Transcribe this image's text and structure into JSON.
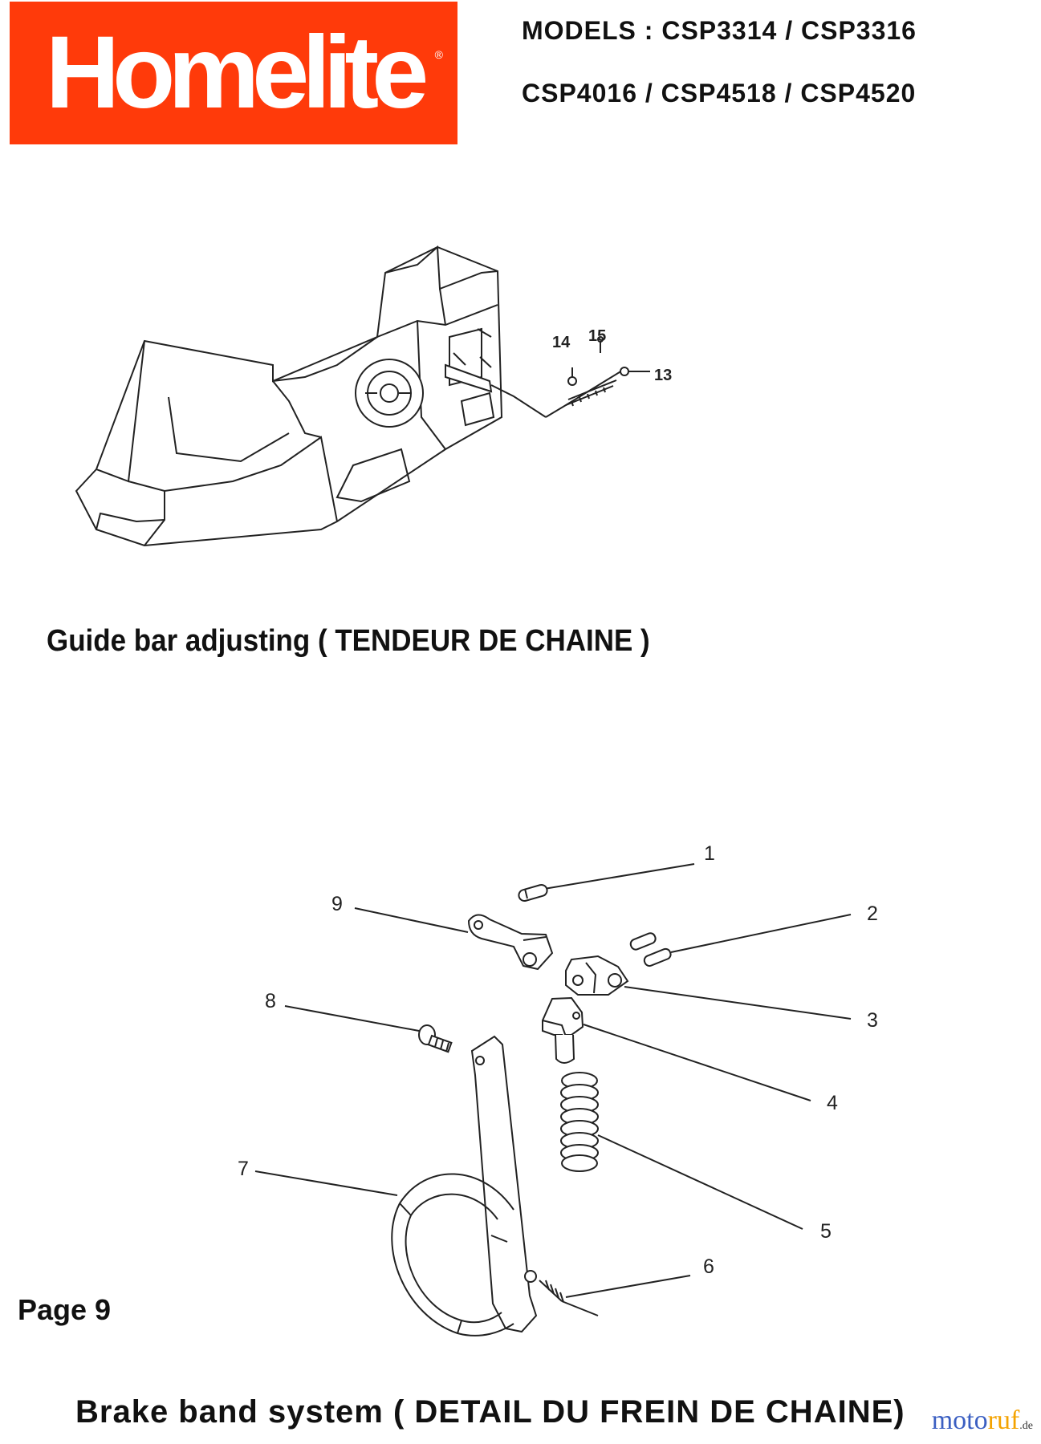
{
  "brand": {
    "name": "Homelite",
    "registered_mark": "®",
    "color": "#ff3a0a"
  },
  "models": {
    "line1": "MODELS : CSP3314 / CSP3316",
    "line2": "CSP4016 / CSP4518 / CSP4520"
  },
  "diagram_top": {
    "caption": "Guide bar adjusting ( TENDEUR DE CHAINE )",
    "callouts": [
      "14",
      "15",
      "13"
    ]
  },
  "diagram_bottom": {
    "caption": "Brake band system ( DETAIL DU FREIN DE CHAINE)",
    "callouts": [
      "1",
      "9",
      "2",
      "3",
      "8",
      "4",
      "7",
      "5",
      "6"
    ]
  },
  "page_label": "Page 9",
  "watermark": {
    "part1": "moto",
    "part2": "ruf",
    "suffix": ".de"
  }
}
